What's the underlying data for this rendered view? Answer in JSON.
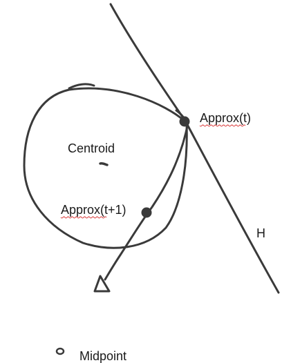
{
  "diagram": {
    "labels": {
      "approx_t": "Approx(t)",
      "approx_t1": "Approx(t+1)",
      "centroid": "Centroid",
      "h": "H",
      "midpoint": "Midpoint"
    },
    "colors": {
      "ink": "#3a3a3a",
      "text": "#1a1a1a",
      "spellcheck_underline": "#d83030"
    }
  }
}
